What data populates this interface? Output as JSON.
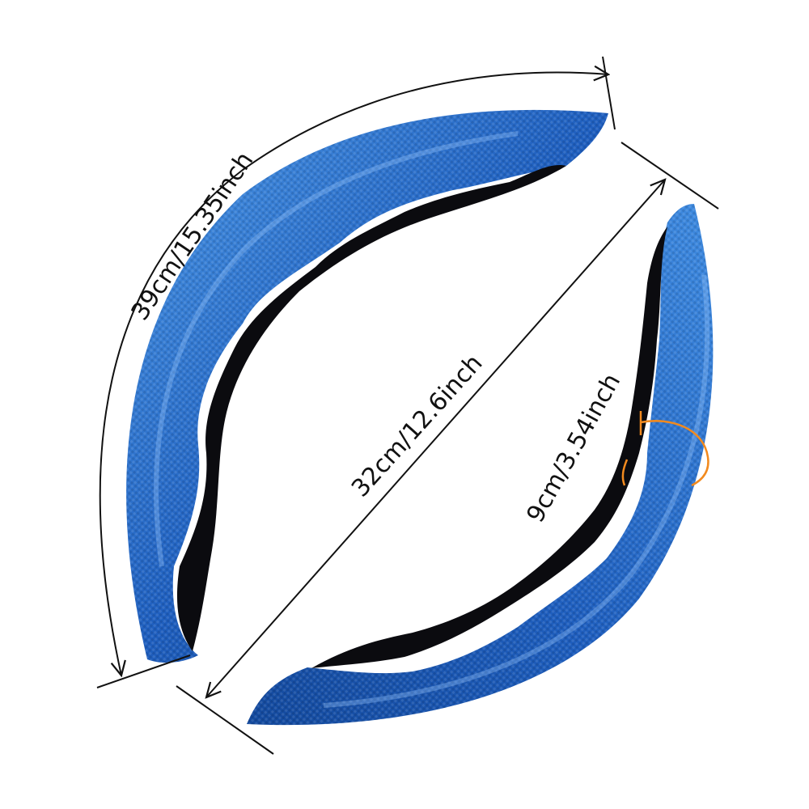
{
  "dimensions": {
    "arc_length": "39cm/15.35inch",
    "diameter": "32cm/12.6inch",
    "width": "9cm/3.54inch"
  },
  "colors": {
    "cover_blue": "#1f5fbf",
    "cover_highlight": "#4d9ae8",
    "cover_shadow": "#0d3478",
    "inner_lining": "#0b0b0f",
    "dimension_lines": "#111111",
    "width_marker": "#f28a1e",
    "background": "#ffffff"
  }
}
